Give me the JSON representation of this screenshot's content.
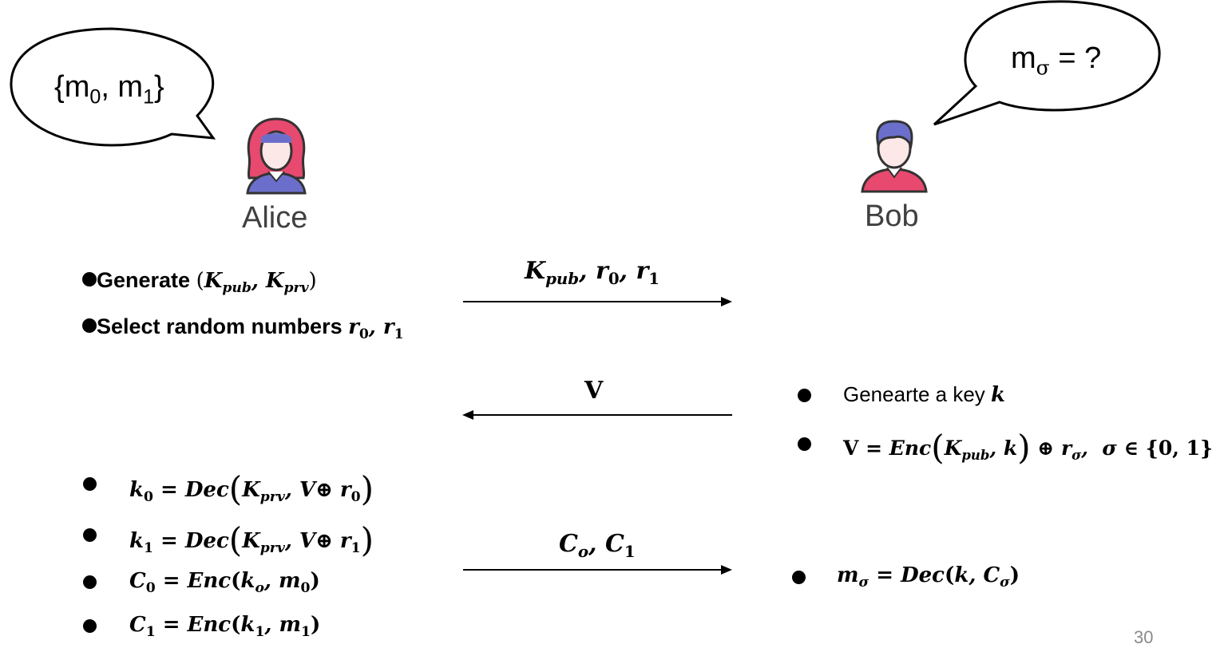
{
  "alice": {
    "name": "Alice",
    "bubble": {
      "prefix": "{m",
      "sub0": "0",
      "mid": ", m",
      "sub1": "1",
      "suffix": "}"
    },
    "steps": [
      {
        "label": "Generate",
        "math_K": "K",
        "math_pub": "pub",
        "math_prv": "prv"
      },
      {
        "label": "Select random numbers",
        "r": "r",
        "s0": "0",
        "s1": "1"
      }
    ],
    "ops": [
      {
        "lhs": "k",
        "lhs_sub": "0",
        "r_sub": "0"
      },
      {
        "lhs": "k",
        "lhs_sub": "1",
        "r_sub": "1"
      },
      {
        "lhs": "C",
        "lhs_sub": "0",
        "k_sub": "o",
        "m_sub": "0"
      },
      {
        "lhs": "C",
        "lhs_sub": "1",
        "k_sub": "1",
        "m_sub": "1"
      }
    ]
  },
  "bob": {
    "name": "Bob",
    "bubble": {
      "m": "m",
      "sigma": "σ",
      "rest": " = ?"
    },
    "steps": [
      {
        "label": "Genearte a key",
        "var": "k"
      }
    ],
    "result": {
      "m": "m",
      "sub": "σ"
    }
  },
  "messages": [
    {
      "direction": "right",
      "label": "Kpub, r0, r1"
    },
    {
      "direction": "left",
      "label": "V"
    },
    {
      "direction": "right",
      "label": "Co, C1"
    }
  ],
  "page_number": "30",
  "colors": {
    "alice_hair": "#e8496e",
    "alice_band": "#6b6fcb",
    "alice_shirt": "#6b6fcb",
    "bob_hair": "#6b6fcb",
    "bob_shirt": "#e8496e",
    "skin": "#fde8e8"
  }
}
